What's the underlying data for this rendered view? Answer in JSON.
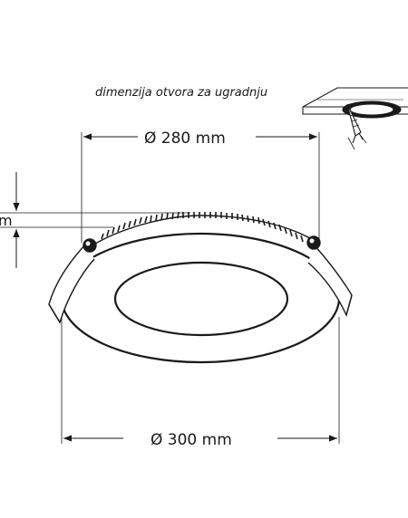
{
  "caption": "dimenzija otvora za ugradnju",
  "dimensions": {
    "cutout": "Ø 280 mm",
    "outer": "Ø 300 mm",
    "height_fragment": "m"
  },
  "colors": {
    "line": "#1a1a1a",
    "background": "#ffffff"
  },
  "icons": {
    "inset": "ceiling-cutout-icon"
  }
}
